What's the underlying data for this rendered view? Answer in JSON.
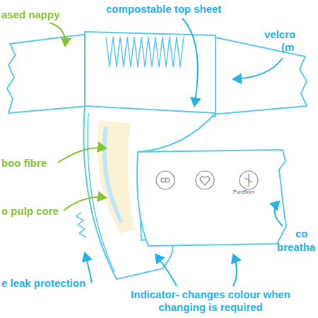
{
  "diagram": {
    "labels": [
      "ased nappy",
      "compostable top sheet",
      "velcro",
      "(m",
      "boo fibre",
      "o pulp core",
      "e leak protection",
      "co",
      "breatha",
      "Indicator- changes colour when changing is required",
      "PureBorn"
    ]
  }
}
